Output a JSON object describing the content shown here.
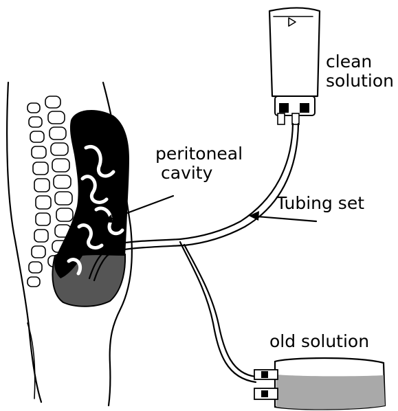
{
  "labels": {
    "clean_line1": "clean",
    "clean_line2": "solution",
    "peritoneal_line1": "peritoneal",
    "peritoneal_line2": "cavity",
    "tubing": "Tubing set",
    "old": "old solution"
  },
  "colors": {
    "ink": "#000000",
    "old_solution_fill": "#a9a9a9",
    "dialysate_in_abdomen": "#555555",
    "background": "#ffffff"
  }
}
